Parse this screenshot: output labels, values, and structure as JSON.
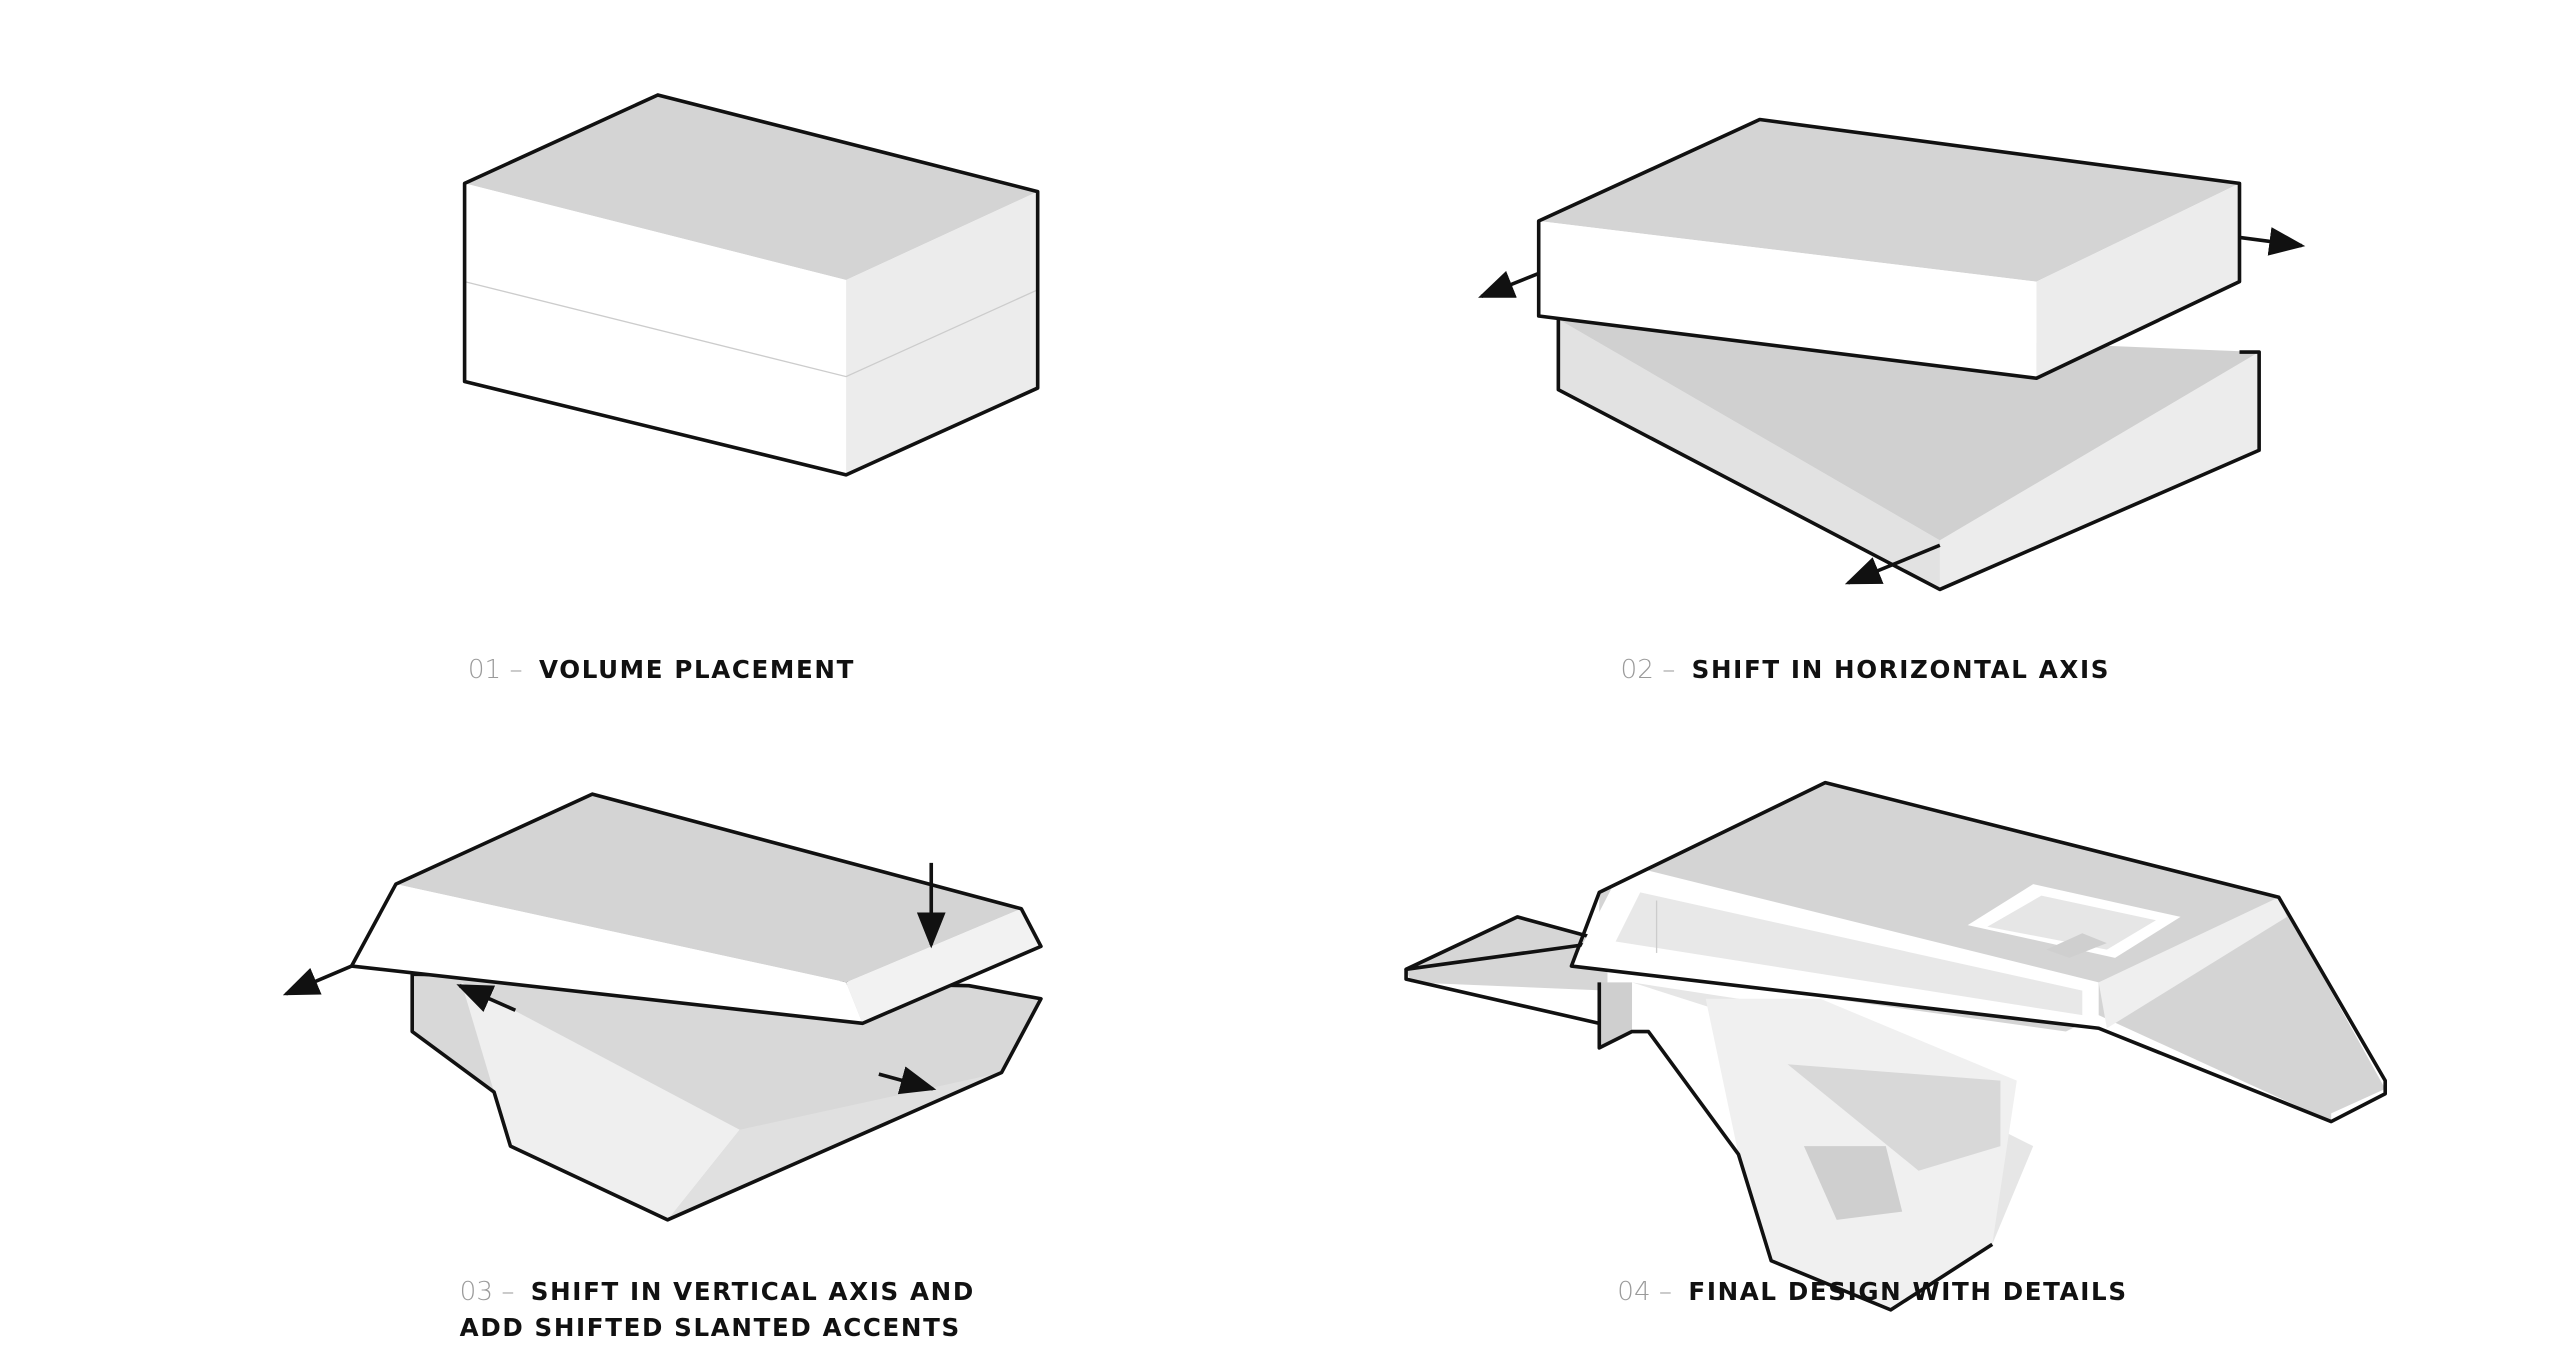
{
  "colors": {
    "top": "#d4d4d4",
    "front": "#ffffff",
    "side": "#ececec",
    "outline": "#111111"
  },
  "steps": [
    {
      "num": "01 –",
      "title": "VOLUME PLACEMENT"
    },
    {
      "num": "02 –",
      "title": "SHIFT IN HORIZONTAL AXIS"
    },
    {
      "num": "03 –",
      "title": "SHIFT IN VERTICAL AXIS AND",
      "title2": "ADD SHIFTED SLANTED ACCENTS"
    },
    {
      "num": "04 –",
      "title": "FINAL DESIGN WITH DETAILS"
    }
  ]
}
